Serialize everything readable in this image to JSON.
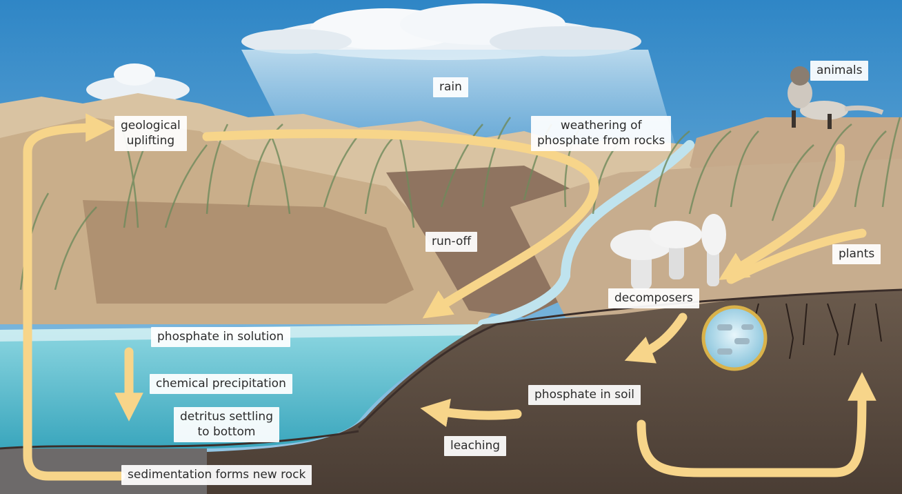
{
  "diagram": {
    "labels": {
      "rain": "rain",
      "animals": "animals",
      "geological_uplifting": [
        "geological",
        "uplifting"
      ],
      "weathering": [
        "weathering of",
        "phosphate from rocks"
      ],
      "run_off": "run-off",
      "plants": "plants",
      "decomposers": "decomposers",
      "phosphate_in_solution": "phosphate in solution",
      "chemical_precipitation": "chemical precipitation",
      "detritus_settling": [
        "detritus settling",
        "to bottom"
      ],
      "phosphate_in_soil": "phosphate in soil",
      "leaching": "leaching",
      "sedimentation": "sedimentation forms new rock"
    },
    "colors": {
      "sky": "#3f8fc9",
      "arrow": "#f7d58a",
      "water": "#5fc0d2",
      "soil": "#5a4a3f",
      "rock": "#cbb391",
      "grass": "#6f8a5c",
      "label_bg": "#ffffff",
      "microbe_ring": "#d9b24a"
    }
  }
}
